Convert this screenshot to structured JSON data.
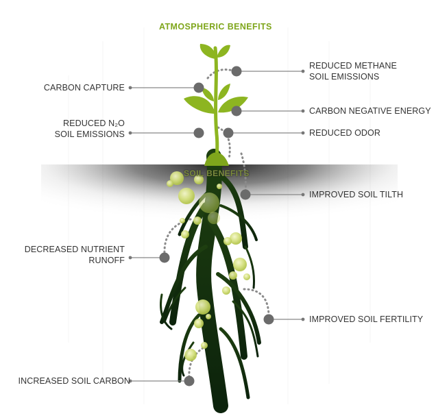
{
  "headings": {
    "atmospheric": "ATMOSPHERIC BENEFITS",
    "soil": "SOIL BENEFITS"
  },
  "benefits": {
    "reduced_methane": [
      "REDUCED METHANE",
      "SOIL EMISSIONS"
    ],
    "carbon_capture": "CARBON CAPTURE",
    "carbon_negative_energy": "CARBON NEGATIVE ENERGY",
    "reduced_n2o": [
      "REDUCED N₂O",
      "SOIL EMISSIONS"
    ],
    "reduced_odor": "REDUCED ODOR",
    "improved_soil_tilth": "IMPROVED SOIL TILTH",
    "decreased_nutrient_runoff": [
      "DECREASED NUTRIENT",
      "RUNOFF"
    ],
    "improved_soil_fertility": "IMPROVED SOIL FERTILITY",
    "increased_soil_carbon": "INCREASED SOIL CARBON"
  },
  "colors": {
    "leaf": "#8db521",
    "heading_atmospheric": "#7fa61c",
    "root": "#0f2c0f",
    "connector": "#7a7a7a",
    "marker": "#666666",
    "bubble": "#c8d96a"
  }
}
